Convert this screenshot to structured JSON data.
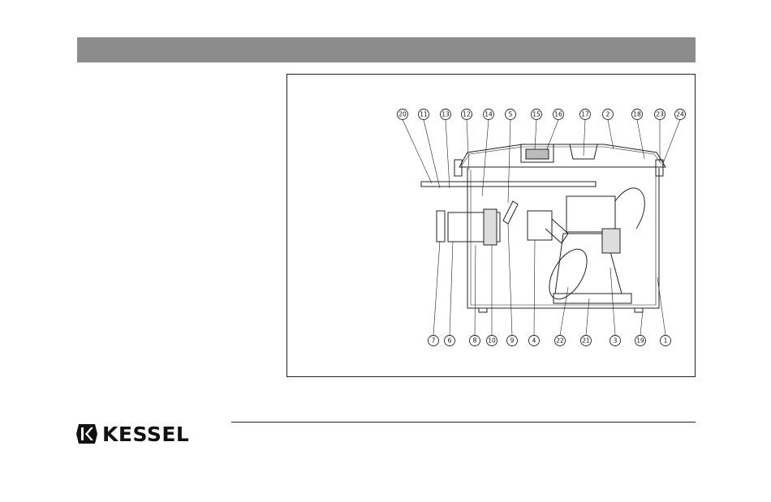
{
  "figure": {
    "top_callouts": [
      "20",
      "11",
      "13",
      "12",
      "14",
      "5",
      "15",
      "16",
      "17",
      "2",
      "18",
      "23",
      "24"
    ],
    "bottom_callouts": [
      "7",
      "6",
      "8",
      "10",
      "9",
      "4",
      "22",
      "21",
      "3",
      "19",
      "1"
    ]
  },
  "brand": {
    "name": "KESSEL",
    "logo_icon": "kessel-k-mark-icon",
    "header_color": "#8c8c8c"
  }
}
